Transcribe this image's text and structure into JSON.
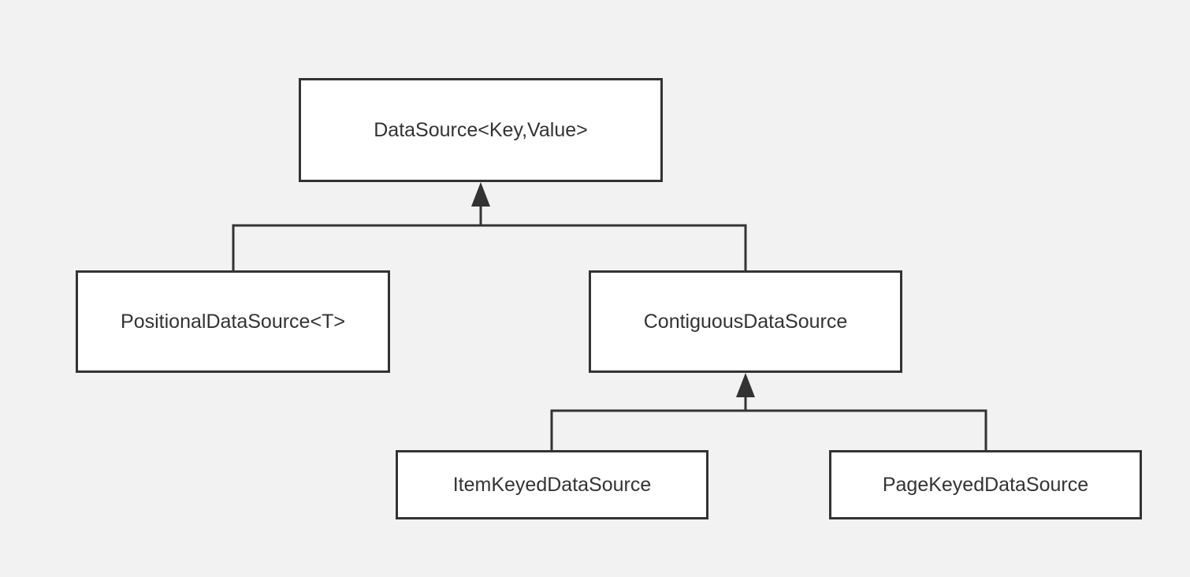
{
  "nodes": {
    "root": {
      "label": "DataSource<Key,Value>"
    },
    "positional": {
      "label": "PositionalDataSource<T>"
    },
    "contiguous": {
      "label": "ContiguousDataSource"
    },
    "item_keyed": {
      "label": "ItemKeyedDataSource"
    },
    "page_keyed": {
      "label": "PageKeyedDataSource"
    }
  },
  "edges": [
    {
      "from": "positional",
      "to": "root",
      "type": "inheritance"
    },
    {
      "from": "contiguous",
      "to": "root",
      "type": "inheritance"
    },
    {
      "from": "item_keyed",
      "to": "contiguous",
      "type": "inheritance"
    },
    {
      "from": "page_keyed",
      "to": "contiguous",
      "type": "inheritance"
    }
  ],
  "colors": {
    "background": "#f2f2f2",
    "box_fill": "#ffffff",
    "stroke": "#333333",
    "text": "#333333"
  }
}
